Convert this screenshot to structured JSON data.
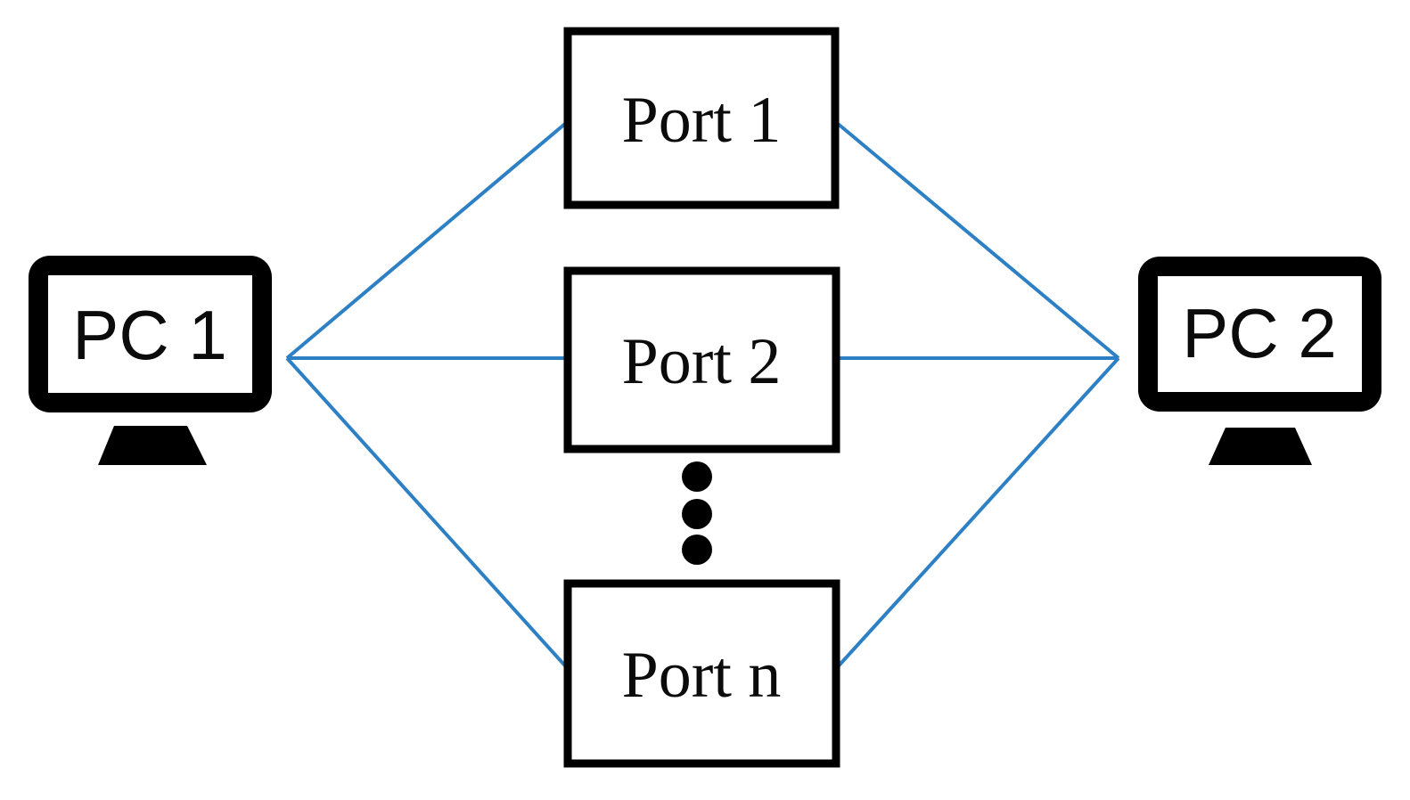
{
  "diagram": {
    "type": "network-topology",
    "background_color": "#ffffff",
    "line_color": "#2e80c5",
    "node_border_color": "#000000",
    "text_color": "#0b0b0b",
    "pc1": {
      "label": "PC 1"
    },
    "pc2": {
      "label": "PC 2"
    },
    "ports": [
      {
        "label": "Port 1"
      },
      {
        "label": "Port 2"
      },
      {
        "label": "Port n"
      }
    ],
    "ellipsis_dot_count": 3,
    "edges": [
      {
        "from": "PC 1",
        "to": "Port 1"
      },
      {
        "from": "PC 1",
        "to": "Port 2"
      },
      {
        "from": "PC 1",
        "to": "Port n"
      },
      {
        "from": "Port 1",
        "to": "PC 2"
      },
      {
        "from": "Port 2",
        "to": "PC 2"
      },
      {
        "from": "Port n",
        "to": "PC 2"
      }
    ]
  }
}
